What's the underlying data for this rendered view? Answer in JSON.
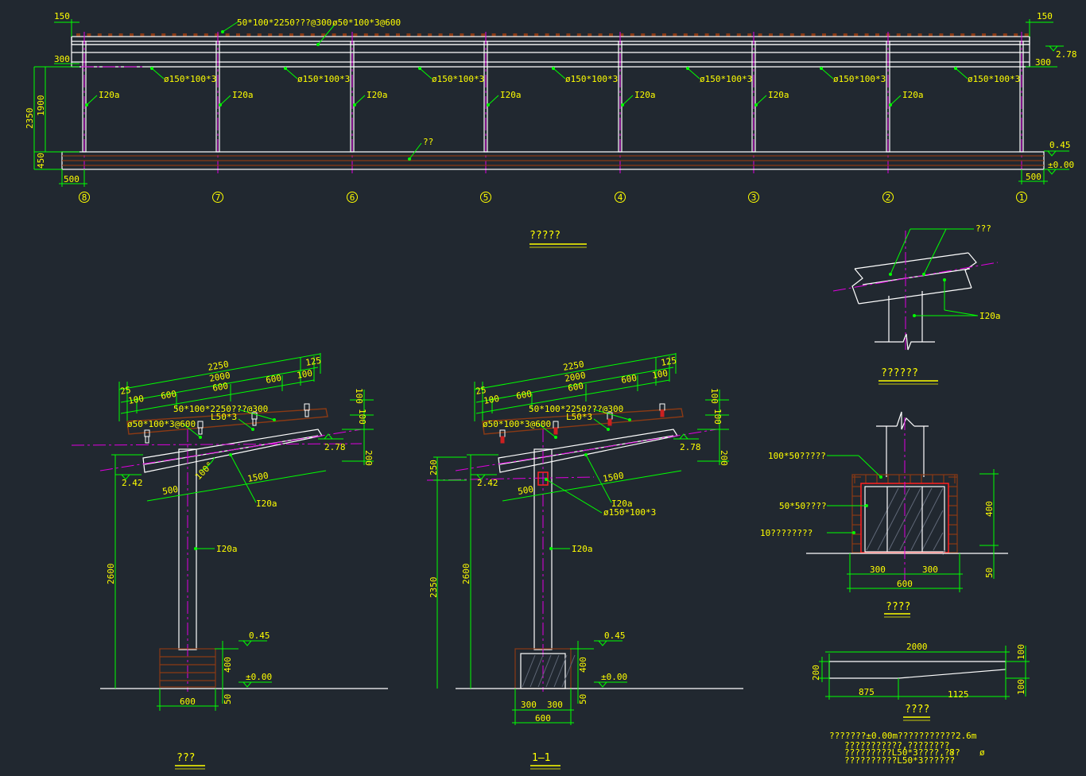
{
  "elevation": {
    "title": "?????",
    "top_callout": "50*100*2250???@300",
    "top_callout2": "ø50*100*3@600",
    "dim_150_left": "150",
    "dim_150_right": "150",
    "dim_300_left": "300",
    "dim_300_right": "300",
    "dim_2350": "2350",
    "dim_1900": "1900",
    "dim_450": "450",
    "dim_500_left": "500",
    "dim_500_right": "500",
    "elev_278": "2.78",
    "elev_045": "0.45",
    "elev_000": "±0.00",
    "pipe_labels": [
      "ø150*100*3",
      "ø150*100*3",
      "ø150*100*3",
      "ø150*100*3",
      "ø150*100*3",
      "ø150*100*3",
      "ø150*100*3"
    ],
    "column_labels": [
      "I20a",
      "I20a",
      "I20a",
      "I20a",
      "I20a",
      "I20a",
      "I20a"
    ],
    "bench_label": "??",
    "axes": [
      "8",
      "7",
      "6",
      "5",
      "4",
      "3",
      "2",
      "1"
    ]
  },
  "side_left": {
    "title": "???",
    "dims_top": [
      "2250",
      "2000",
      "125",
      "25",
      "100",
      "600",
      "600",
      "600",
      "100"
    ],
    "callout_slats": "50*100*2250???@300",
    "callout_pipe": "ø50*100*3@600",
    "callout_angle": "L50*3",
    "dim_100a": "100",
    "dim_100b": "100",
    "dim_200": "200",
    "elev_278": "2.78",
    "elev_242": "2.42",
    "angle": "100°",
    "dim_500": "500",
    "dim_1500": "1500",
    "beam_label": "I20a",
    "column_label": "I20a",
    "dim_2600": "2600",
    "elev_045": "0.45",
    "elev_000": "±0.00",
    "dim_400": "400",
    "dim_50": "50",
    "dim_600": "600"
  },
  "section_11": {
    "title": "1—1",
    "dims_top": [
      "2250",
      "2000",
      "125",
      "25",
      "100",
      "600",
      "600",
      "600",
      "100"
    ],
    "callout_slats": "50*100*2250???@300",
    "callout_pipe": "ø50*100*3@600",
    "callout_angle": "L50*3",
    "dim_100a": "100",
    "dim_100b": "100",
    "dim_200": "200",
    "elev_278": "2.78",
    "elev_242": "2.42",
    "dim_250": "250",
    "dim_500": "500",
    "dim_1500": "1500",
    "beam_label": "I20a",
    "pipe_label": "ø150*100*3",
    "column_label": "I20a",
    "dim_2600": "2600",
    "dim_2350": "2350",
    "elev_045": "0.45",
    "elev_000": "±0.00",
    "dim_400": "400",
    "dim_50": "50",
    "dim_300a": "300",
    "dim_300b": "300",
    "dim_600": "600"
  },
  "joint_detail": {
    "title": "??????",
    "callout_top": "???",
    "callout_col": "I20a"
  },
  "base_detail": {
    "title": "????",
    "callout1": "100*50?????",
    "callout2": "50*50????",
    "callout3": "10????????",
    "dim_400": "400",
    "dim_50": "50",
    "dim_300a": "300",
    "dim_300b": "300",
    "dim_600": "600"
  },
  "bench_detail": {
    "title": "????",
    "dim_2000": "2000",
    "dim_875": "875",
    "dim_1125": "1125",
    "dim_200": "200",
    "dim_100a": "100",
    "dim_100b": "100"
  },
  "notes": {
    "line1": "???????±0.00m???????????2.6m",
    "line2": "???????????,????????",
    "line3": "?????????L50*3????,???",
    "line3b": "8",
    "line3c": "ø",
    "line4": "??????????L50*3??????"
  },
  "colors": {
    "background": "#212830",
    "dimension": "#00ff00",
    "text": "#ffff00",
    "outline": "#ffffff",
    "centerline": "#e000e0",
    "timber": "#8b3a14"
  }
}
